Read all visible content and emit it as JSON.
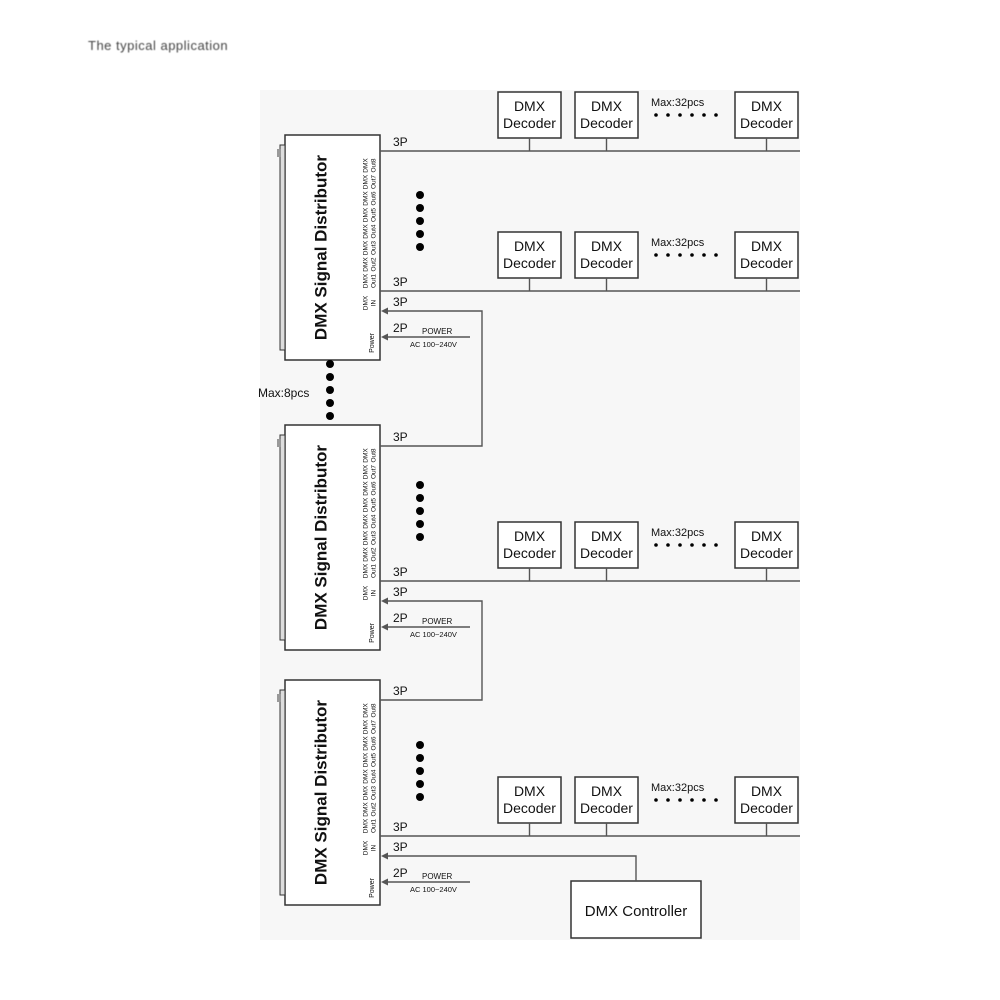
{
  "caption": "The typical application",
  "labels": {
    "dmx": "DMX",
    "decoder": "Decoder",
    "max_decoders": "Max:32pcs",
    "max_distributors": "Max:8pcs",
    "distributor": "DMX Signal Distributor",
    "out_ports": [
      "DMX Out1",
      "DMX Out2",
      "DMX Out3",
      "DMX Out4",
      "DMX Out5",
      "DMX Out6",
      "DMX Out7",
      "DMX Out8"
    ],
    "in_port": [
      "DMX",
      "IN"
    ],
    "power_port": "Power",
    "three_pin": "3P",
    "two_pin": "2P",
    "power": "POWER",
    "ac_range": "AC 100~240V",
    "controller": "DMX Controller"
  },
  "distributors": [
    {
      "id": "distributor-top",
      "decoder_rows": 2
    },
    {
      "id": "distributor-middle",
      "decoder_rows": 1
    },
    {
      "id": "distributor-bottom",
      "decoder_rows": 1
    }
  ],
  "colors": {
    "line": "#555555",
    "box": "#333333",
    "text": "#111111",
    "background_panel": "#f7f7f7"
  }
}
